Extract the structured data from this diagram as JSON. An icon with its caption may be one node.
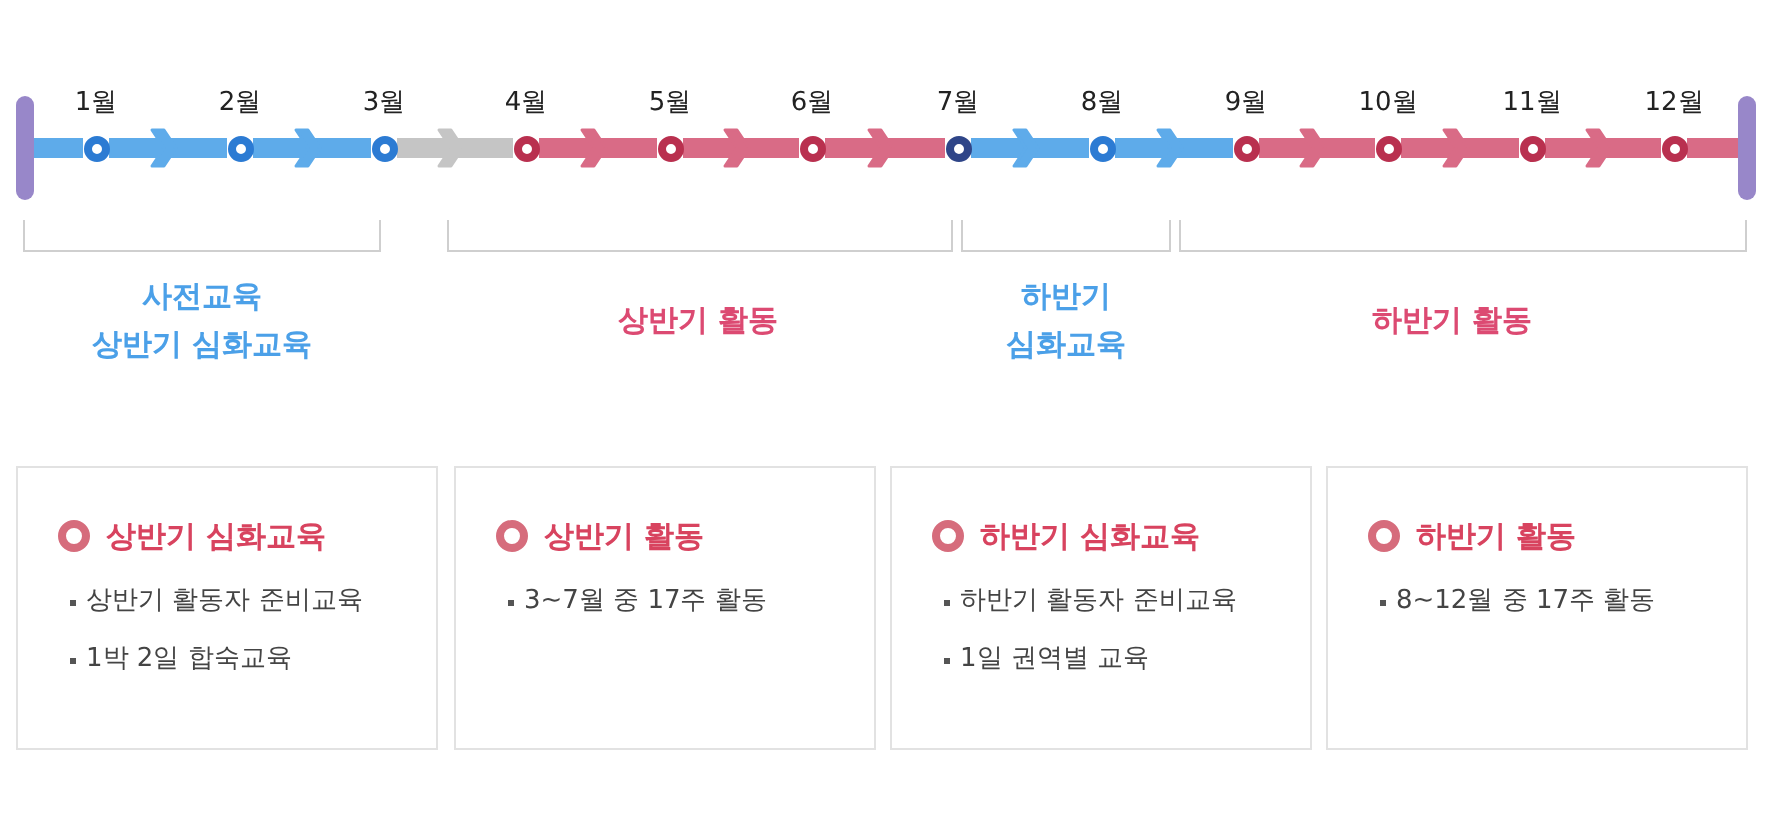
{
  "diagram": {
    "nodes": [
      {
        "text": [],
        "shape": "bar"
      },
      {
        "text": [],
        "shape": "circle",
        "beside": [
          "1월"
        ]
      },
      {
        "text": [],
        "shape": "circle",
        "beside": [
          "2월"
        ]
      },
      {
        "text": [],
        "shape": "circle",
        "beside": [
          "3월"
        ]
      },
      {
        "text": [],
        "shape": "circle",
        "beside": [
          "4월"
        ]
      },
      {
        "text": [],
        "shape": "circle",
        "beside": [
          "5월"
        ]
      },
      {
        "text": [],
        "shape": "circle",
        "beside": [
          "6월"
        ]
      },
      {
        "text": [],
        "shape": "circle",
        "beside": [
          "7월"
        ]
      },
      {
        "text": [],
        "shape": "circle",
        "beside": [
          "8월"
        ]
      },
      {
        "text": [],
        "shape": "circle",
        "beside": [
          "9월"
        ]
      },
      {
        "text": [],
        "shape": "circle",
        "beside": [
          "10월"
        ]
      },
      {
        "text": [],
        "shape": "circle",
        "beside": [
          "11월"
        ]
      },
      {
        "text": [],
        "shape": "circle",
        "beside": [
          "12월"
        ]
      },
      {
        "text": [],
        "shape": "bar"
      },
      {
        "text": [
          "상반기 심화교육",
          "상반기 활동자 준비교육",
          "1박 2일 합숙교육"
        ]
      },
      {
        "text": [
          "상반기 활동",
          "3~7월 중 17주 활동"
        ]
      },
      {
        "text": [
          "하반기 심화교육",
          "하반기 활동자 준비교육",
          "1일 권역별 교육"
        ]
      },
      {
        "text": [
          "하반기 활동",
          "8~12월 중 17주 활동"
        ]
      }
    ],
    "edges": [
      {
        "from": 0,
        "to": 1,
        "arrow": "none",
        "color": "#5eabea"
      },
      {
        "from": 1,
        "to": 2,
        "arrow": "to",
        "color": "#5eabea"
      },
      {
        "from": 2,
        "to": 3,
        "arrow": "to",
        "color": "#5eabea"
      },
      {
        "from": 3,
        "to": 4,
        "arrow": "to",
        "color": "#c5c5c5"
      },
      {
        "from": 4,
        "to": 5,
        "arrow": "to"
      },
      {
        "from": 5,
        "to": 6,
        "arrow": "to"
      },
      {
        "from": 6,
        "to": 7,
        "arrow": "to"
      },
      {
        "from": 7,
        "to": 8,
        "arrow": "to",
        "color": "#5eabea"
      },
      {
        "from": 8,
        "to": 9,
        "arrow": "to",
        "color": "#5eabea"
      },
      {
        "from": 9,
        "to": 10,
        "arrow": "to"
      },
      {
        "from": 10,
        "to": 11,
        "arrow": "to"
      },
      {
        "from": 11,
        "to": 12,
        "arrow": "to"
      },
      {
        "from": 12,
        "to": 13,
        "arrow": "none"
      }
    ],
    "labels": [
      "사전교육 상반기 심화교육",
      "상반기 활동",
      "하반기 심화교육",
      "하반기 활동"
    ]
  }
}
